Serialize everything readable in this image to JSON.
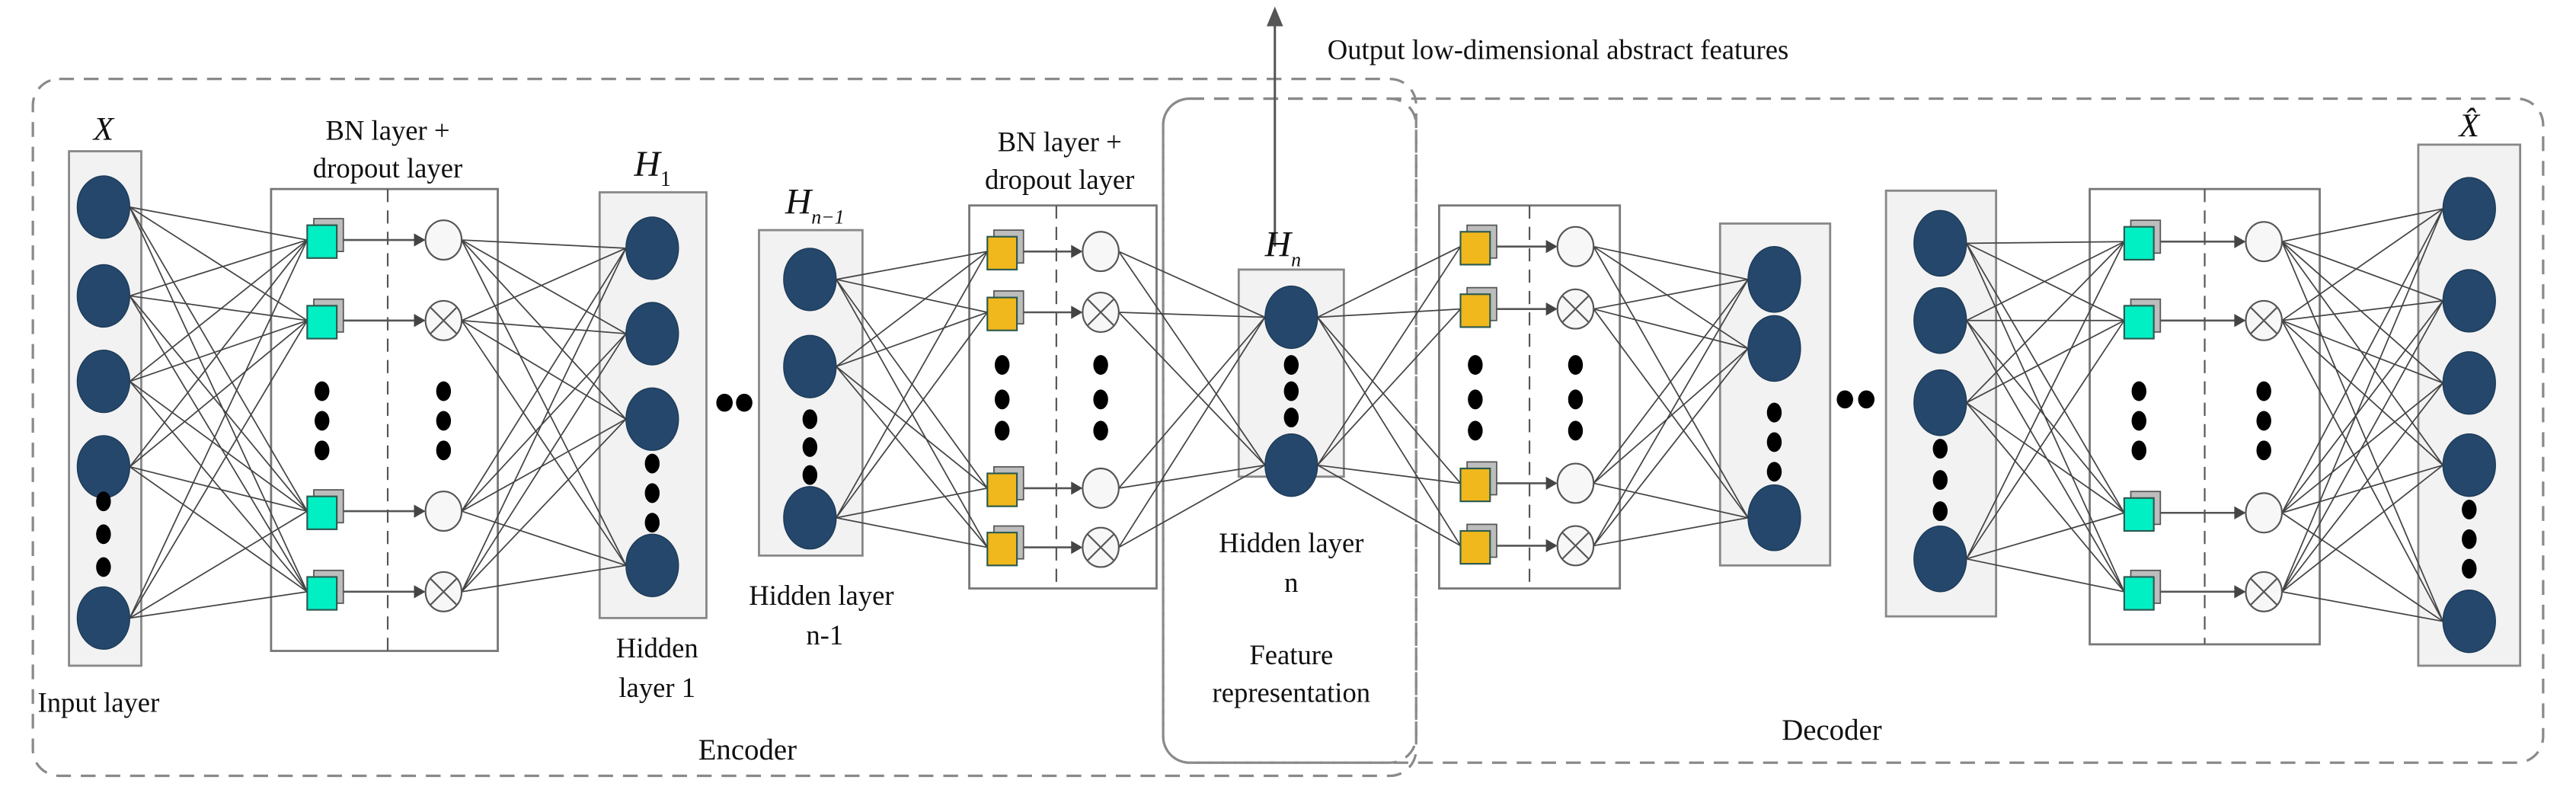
{
  "title_annotation": "Output low-dimensional abstract features",
  "colors": {
    "node": "#24476b",
    "bn_encoder_first": "#00f0c4",
    "bn_middle": "#f0b81c",
    "bn_decoder_last": "#00f0c4",
    "outline": "#8a8a8a"
  },
  "sections": {
    "encoder": "Encoder",
    "decoder": "Decoder",
    "feature": [
      "Feature",
      "representation"
    ]
  },
  "layers": {
    "input": {
      "symbol": "X",
      "caption": [
        "Input layer"
      ],
      "visible_nodes": 5
    },
    "bn1": {
      "caption": [
        "BN layer +",
        "dropout layer"
      ],
      "unit_color": "bn_encoder_first"
    },
    "h1": {
      "symbol": "H",
      "subscript": "1",
      "caption": [
        "Hidden",
        "layer 1"
      ],
      "visible_nodes": 4
    },
    "hn1": {
      "symbol": "H",
      "subscript": "n−1",
      "caption": [
        "Hidden layer",
        "n-1"
      ],
      "visible_nodes": 3
    },
    "bn2": {
      "caption": [
        "BN layer +",
        "dropout layer"
      ],
      "unit_color": "bn_middle"
    },
    "hn": {
      "symbol": "H",
      "subscript": "n",
      "caption": [
        "Hidden layer",
        "n"
      ],
      "visible_nodes": 2
    },
    "bn3": {
      "unit_color": "bn_middle"
    },
    "dec1": {
      "visible_nodes": 3
    },
    "dec2": {
      "visible_nodes": 4
    },
    "bn4": {
      "unit_color": "bn_decoder_last"
    },
    "output": {
      "symbol": "X̂",
      "visible_nodes": 5
    }
  },
  "ellipsis": "••"
}
